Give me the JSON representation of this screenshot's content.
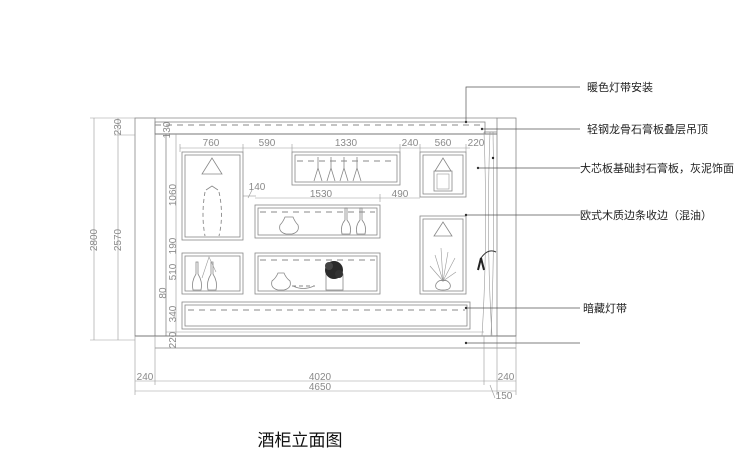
{
  "title": "酒柜立面图",
  "callouts": [
    {
      "id": "warm-light-strip",
      "label": "暖色灯带安装"
    },
    {
      "id": "ceiling",
      "label": "轻钢龙骨石膏板叠层吊顶"
    },
    {
      "id": "wall-finish",
      "label": "大芯板基础封石膏板，灰泥饰面"
    },
    {
      "id": "wood-trim",
      "label": "欧式木质边条收边（混油）"
    },
    {
      "id": "hidden-light",
      "label": "暗藏灯带"
    }
  ],
  "dimensions": {
    "left_outer": {
      "total_height": "2800",
      "cabinet_height": "2570",
      "ceiling": "230"
    },
    "left_inner": [
      "130",
      "1060",
      "190",
      "510",
      "80",
      "340",
      "220"
    ],
    "top_row": [
      "760",
      "590",
      "1330",
      "240",
      "560",
      "220"
    ],
    "middle_row": [
      "1530",
      "490"
    ],
    "gap": "140",
    "bottom_row": {
      "left_wall": "240",
      "inner_width": "4020",
      "right_wall": "240",
      "total_width": "4650",
      "curtain": "150"
    }
  },
  "colors": {
    "line": "#888888",
    "text": "#222222",
    "background": "#ffffff"
  }
}
